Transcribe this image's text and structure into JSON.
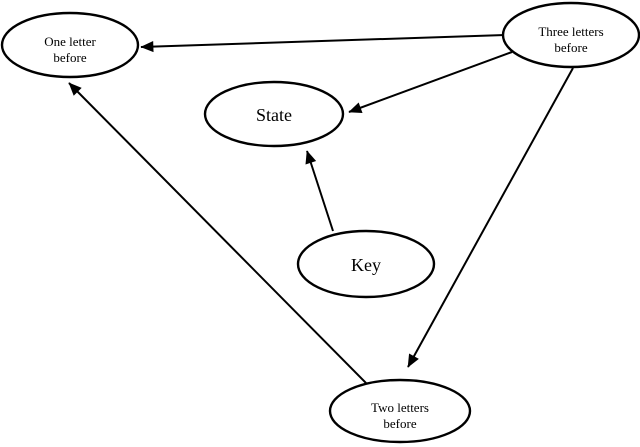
{
  "figure": {
    "type": "directed-graph-diagram",
    "background_color": "#ffffff",
    "stroke_color": "#000000",
    "nodes": {
      "one_letter_before": {
        "line1": "One letter",
        "line2": "before"
      },
      "three_letters_before": {
        "line1": "Three letters",
        "line2": "before"
      },
      "state": {
        "label": "State"
      },
      "key": {
        "label": "Key"
      },
      "two_letters_before": {
        "line1": "Two letters",
        "line2": "before"
      }
    },
    "edges": [
      {
        "from": "Three letters before",
        "to": "One letter before"
      },
      {
        "from": "Three letters before",
        "to": "State"
      },
      {
        "from": "Three letters before",
        "to": "Two letters before"
      },
      {
        "from": "Key",
        "to": "State"
      },
      {
        "from": "Two letters before",
        "to": "One letter before"
      }
    ]
  }
}
